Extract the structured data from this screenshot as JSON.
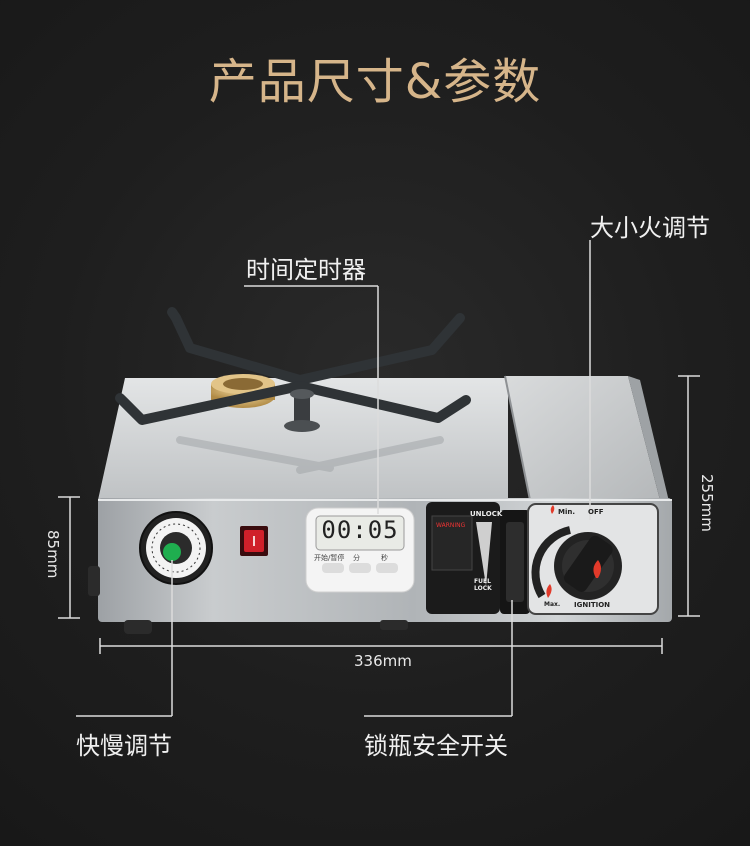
{
  "title": "产品尺寸&参数",
  "callouts": {
    "fire_adjust": "大小火调节",
    "timer": "时间定时器",
    "speed_adjust": "快慢调节",
    "fuel_lock": "锁瓶安全开关"
  },
  "dimensions": {
    "width": "336mm",
    "height": "85mm",
    "depth": "255mm"
  },
  "device": {
    "timer_display": "00:05",
    "timer_buttons": [
      "开始/暂停",
      "分",
      "秒"
    ],
    "panel_unlock": "UNLOCK",
    "panel_warning": "WARNING",
    "panel_fuel_lock": "FUEL LOCK",
    "knob_min": "Min.",
    "knob_off": "OFF",
    "knob_max": "Max.",
    "knob_ignition": "IGNITION"
  },
  "colors": {
    "title": "#d6b58a",
    "text": "#f0f0f0",
    "steel": "#b9bcbf",
    "switch_red": "#d0202a"
  }
}
